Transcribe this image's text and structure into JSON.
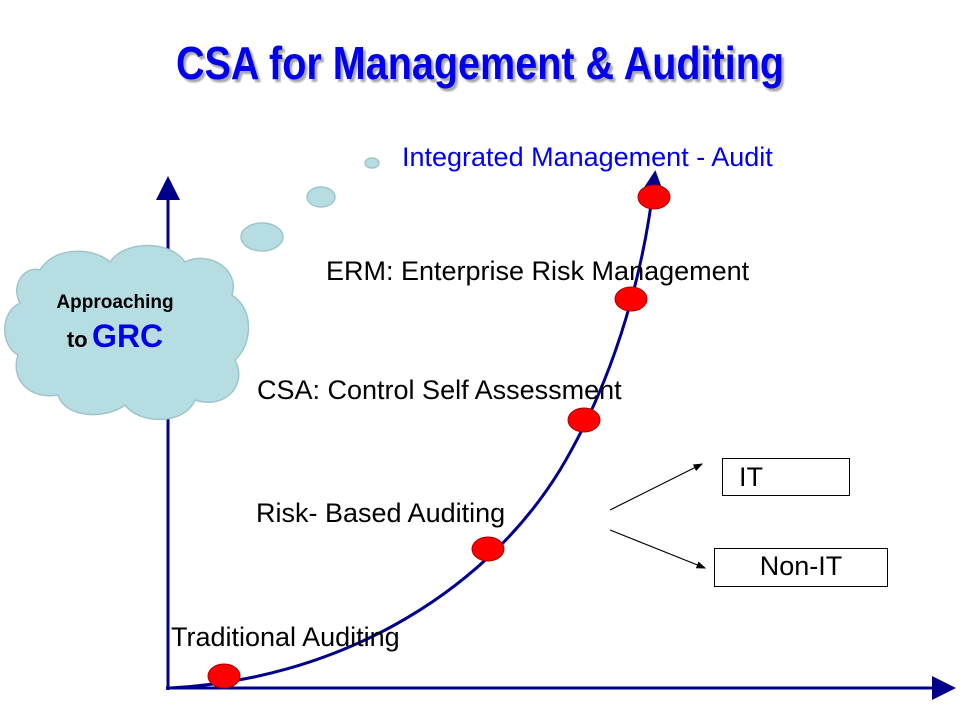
{
  "title": "CSA for Management & Auditing",
  "cloud": {
    "line1": "Approaching",
    "line2_prefix": "to",
    "line2_emphasis": "GRC"
  },
  "stages": [
    "Traditional Auditing",
    "Risk- Based Auditing",
    "CSA: Control Self Assessment",
    "ERM: Enterprise Risk Management",
    "Integrated Management - Audit"
  ],
  "branches": [
    "IT",
    "Non-IT"
  ],
  "colors": {
    "title": "#0000ee",
    "axis": "#00008b",
    "dot": "#ff0000",
    "cloud": "#b6dde2",
    "stage_top": "#0000ee"
  }
}
